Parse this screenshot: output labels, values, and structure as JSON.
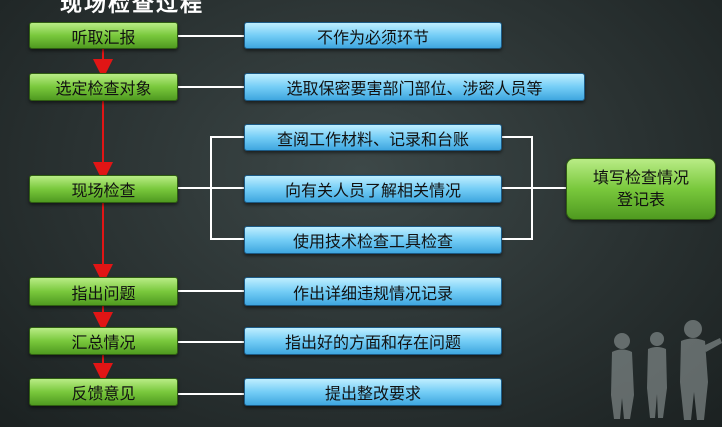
{
  "title": "现场检查过程",
  "left_steps": [
    "听取汇报",
    "选定检查对象",
    "现场检查",
    "指出问题",
    "汇总情况",
    "反馈意见"
  ],
  "right_items": [
    "不作为必须环节",
    "选取保密要害部门部位、涉密人员等",
    "作出详细违规情况记录",
    "指出好的方面和存在问题",
    "提出整改要求"
  ],
  "inspection_methods": [
    "查阅工作材料、记录和台账",
    "向有关人员了解相关情况",
    "使用技术检查工具检查"
  ],
  "result_box": "填写检查情况登记表",
  "colors": {
    "step_green": "#79c83c",
    "item_blue": "#74cdf6",
    "arrow_red": "#e11515",
    "connector_white": "#ffffff"
  }
}
